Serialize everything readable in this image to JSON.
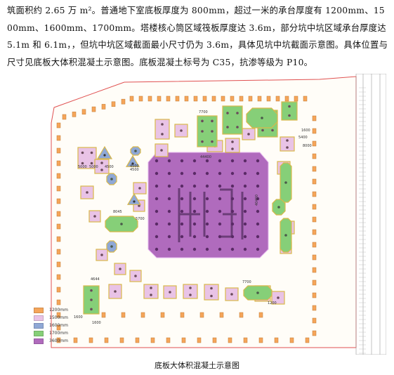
{
  "paragraph": "筑面积约 2.65 万 m²。普通地下室底板厚度为 800mm，超过一米的承台厚度有 1200mm、1500mm、1600mm、1700mm。塔楼核心筒区域筏板厚度达 3.6m，部分坑中坑区域承台厚度达 5.1m 和 6.1m，，但坑中坑区域截面最小尺寸仍为 3.6m，具体见坑中坑截面示意图。具体位置与尺寸见底板大体积混凝土示意图。底板混凝土标号为 C35，抗渗等级为 P10。",
  "figure": {
    "caption": "底板大体积混凝土示意图",
    "dimension_labels": [
      "7700",
      "1600",
      "8000",
      "5000",
      "5000",
      "4500",
      "4500",
      "4500",
      "44400",
      "40400",
      "8045",
      "5700",
      "4644",
      "7700",
      "1200",
      "1600",
      "1600",
      "5400"
    ],
    "colors": {
      "t1200": "#f5a55a",
      "t1500": "#e9c3e6",
      "t1600": "#8fa8d6",
      "t1700": "#86cf78",
      "t3600": "#b06bbd",
      "outline": "#e05050",
      "cap_border": "#d9b84a"
    }
  },
  "legend": [
    {
      "label": "1200mm",
      "color": "#f5a55a"
    },
    {
      "label": "1500mm",
      "color": "#e9c3e6"
    },
    {
      "label": "1600mm",
      "color": "#8fa8d6"
    },
    {
      "label": "1700mm",
      "color": "#86cf78"
    },
    {
      "label": "3600mm",
      "color": "#b06bbd"
    }
  ]
}
